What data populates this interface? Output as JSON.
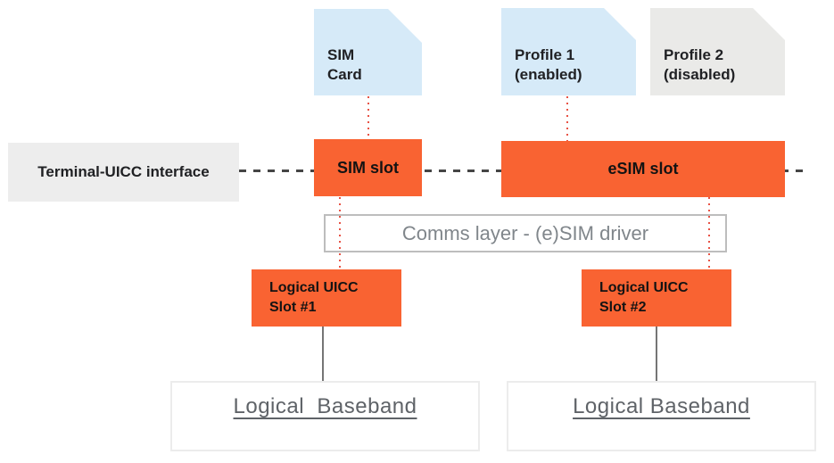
{
  "nodes": {
    "sim_card": {
      "label": "SIM\nCard"
    },
    "profile1": {
      "label": "Profile 1\n(enabled)"
    },
    "profile2": {
      "label": "Profile 2\n(disabled)"
    },
    "terminal_interface": {
      "label": "Terminal-UICC interface"
    },
    "sim_slot": {
      "label": "SIM slot"
    },
    "esim_slot": {
      "label": "eSIM slot"
    },
    "comms_layer": {
      "label": "Comms layer - (e)SIM driver"
    },
    "uicc_slot1": {
      "label": "Logical UICC\nSlot #1"
    },
    "uicc_slot2": {
      "label": "Logical UICC\nSlot #2"
    },
    "baseband1": {
      "label": "Logical  Baseband"
    },
    "baseband2": {
      "label": "Logical Baseband"
    }
  },
  "colors": {
    "card_blue": "#d6eaf8",
    "card_gray": "#eaeae8",
    "side_label_gray": "#ededed",
    "slot_orange": "#f96332",
    "dashed_line_gray": "#454545",
    "dotted_line_red": "#e85346",
    "connector_gray": "#757575",
    "comms_border_gray": "#bdbdbd",
    "comms_text_gray": "#80868b",
    "baseband_text_gray": "#5f6368",
    "label_text_black": "#202124"
  }
}
